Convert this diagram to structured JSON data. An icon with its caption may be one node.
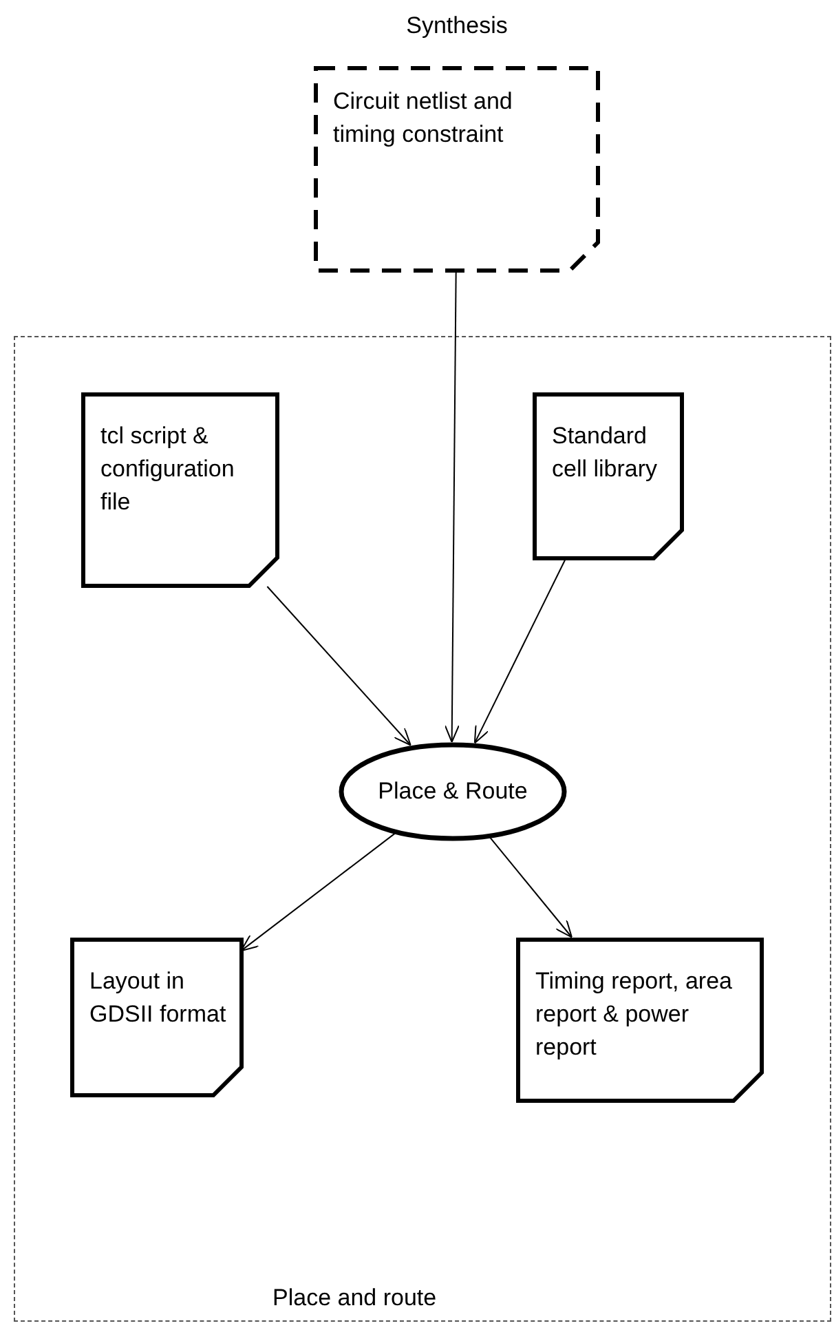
{
  "diagram": {
    "nodes": [
      {
        "text": [
          "Synthesis",
          "Circuit netlist and timing constraint"
        ]
      },
      {
        "text": [
          "Place and route"
        ]
      },
      {
        "text": [
          "tcl script & configuration file"
        ],
        "in": 1
      },
      {
        "text": [
          "Standard cell library"
        ],
        "in": 1
      },
      {
        "text": [
          "Place & Route"
        ],
        "in": 1
      },
      {
        "text": [
          "Layout in GDSII format"
        ],
        "in": 1
      },
      {
        "text": [
          "Timing report, area report & power report"
        ],
        "in": 1
      }
    ],
    "edges": [
      {
        "from": 0,
        "to": 4,
        "arrow": "to"
      },
      {
        "from": 2,
        "to": 4,
        "arrow": "to"
      },
      {
        "from": 3,
        "to": 4,
        "arrow": "to"
      },
      {
        "from": 4,
        "to": 5,
        "arrow": "to"
      },
      {
        "from": 4,
        "to": 6,
        "arrow": "to"
      }
    ]
  }
}
